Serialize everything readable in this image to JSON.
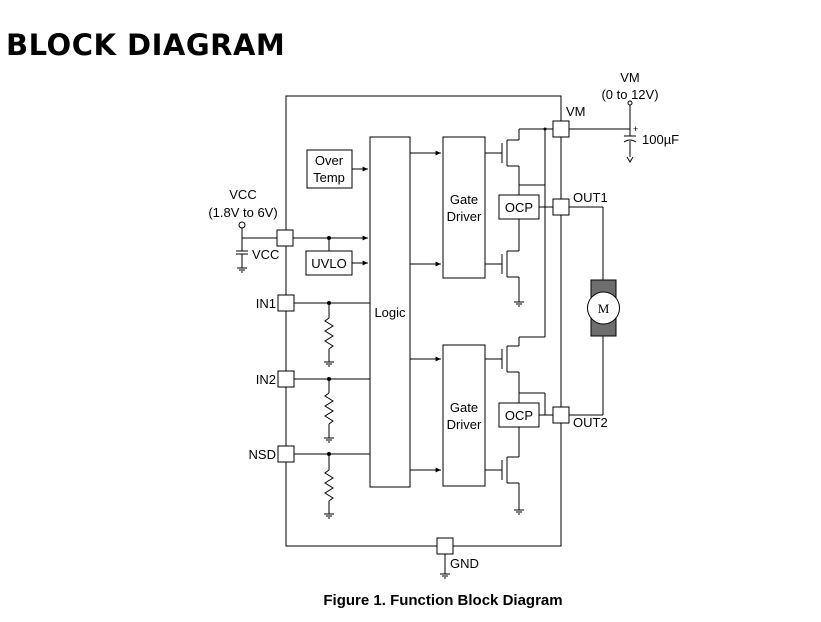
{
  "heading": "BLOCK DIAGRAM",
  "blocks": {
    "over_temp": [
      "Over",
      "Temp"
    ],
    "uvlo": "UVLO",
    "logic": "Logic",
    "gate_driver": [
      "Gate",
      "Driver"
    ],
    "ocp": "OCP",
    "motor": "M"
  },
  "pins": {
    "vcc": "VCC",
    "in1": "IN1",
    "in2": "IN2",
    "nsd": "NSD",
    "vm": "VM",
    "out1": "OUT1",
    "out2": "OUT2",
    "gnd": "GND"
  },
  "supplies": {
    "vcc_label": "VCC",
    "vcc_range": "(1.8V to 6V)",
    "vm_label": "VM",
    "vm_range": "(0 to 12V)",
    "cap_value": "100µF",
    "cap_plus": "+"
  },
  "caption": "Figure 1. Function Block Diagram"
}
